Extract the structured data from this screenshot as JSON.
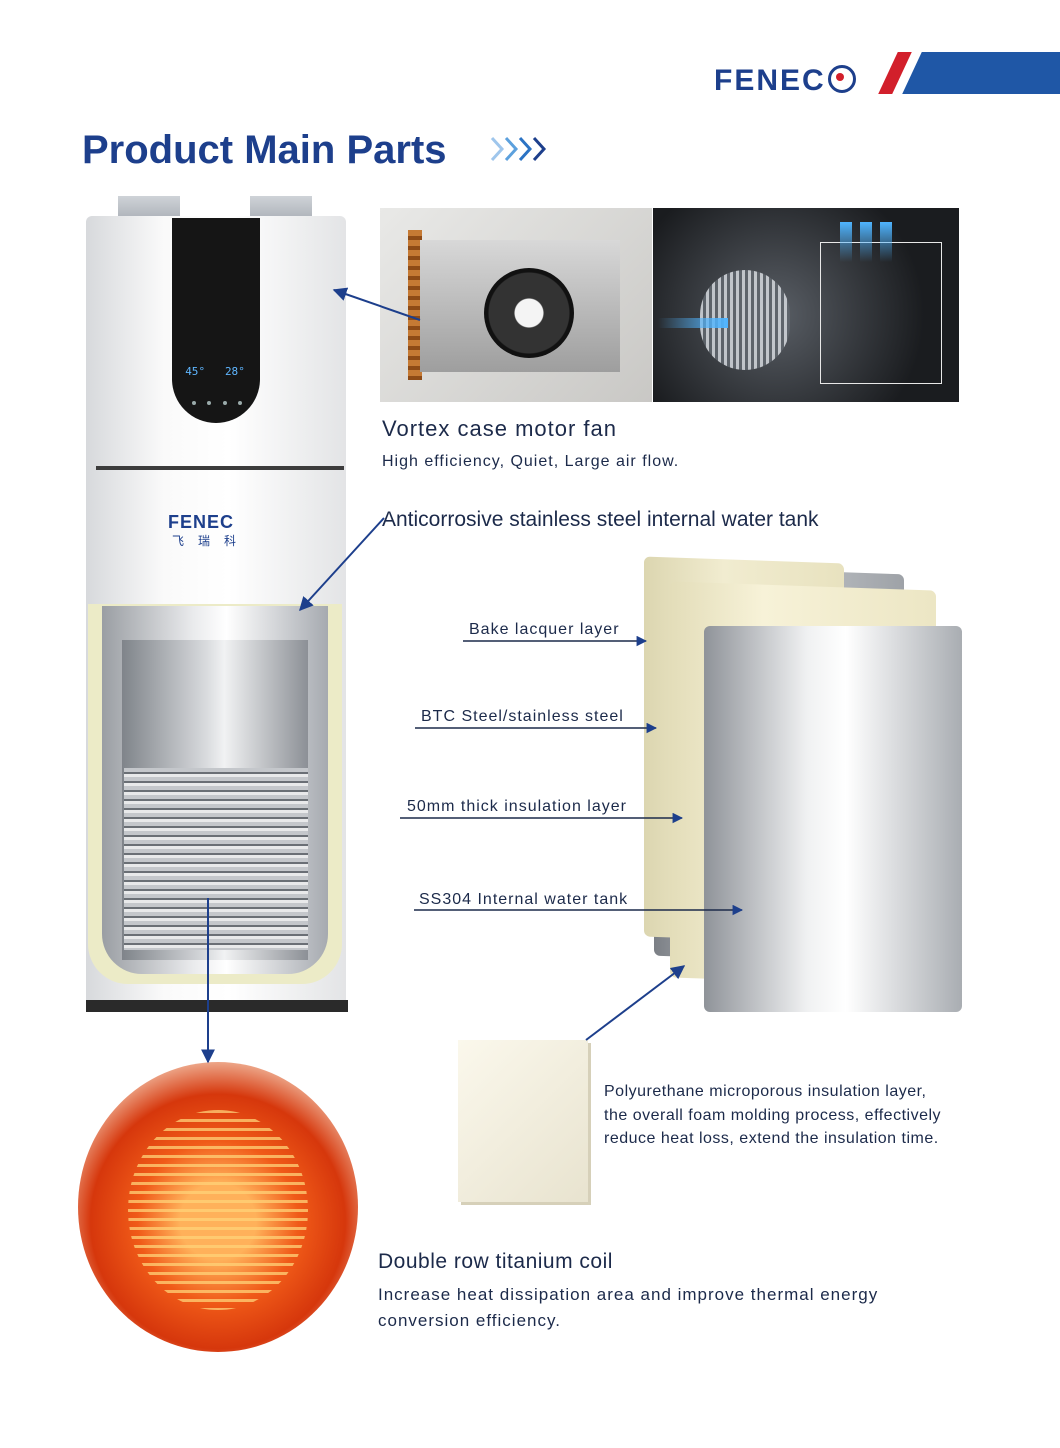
{
  "header": {
    "brand": "FENEC",
    "title": "Product Main Parts"
  },
  "unit": {
    "display_left": "45",
    "display_right": "28",
    "logo": "FENEC",
    "logo_cn": "飞瑞科"
  },
  "fan": {
    "title": "Vortex case motor fan",
    "subtitle": "High efficiency, Quiet, Large air flow."
  },
  "tank": {
    "title": "Anticorrosive stainless steel internal water tank",
    "layers": [
      "Bake lacquer layer",
      "BTC Steel/stainless steel",
      "50mm thick insulation layer",
      "SS304 Internal water tank"
    ]
  },
  "insulation": {
    "text": "Polyurethane microporous insulation layer, the overall foam molding process, effectively reduce heat loss, extend the insulation time."
  },
  "coil": {
    "title": "Double row titanium coil",
    "subtitle": "Increase heat dissipation area and improve thermal energy conversion efficiency."
  },
  "colors": {
    "brand_blue": "#1d3f8c",
    "accent_red": "#d21f2b",
    "band_blue": "#1f57a6",
    "text": "#1c2a4a"
  }
}
